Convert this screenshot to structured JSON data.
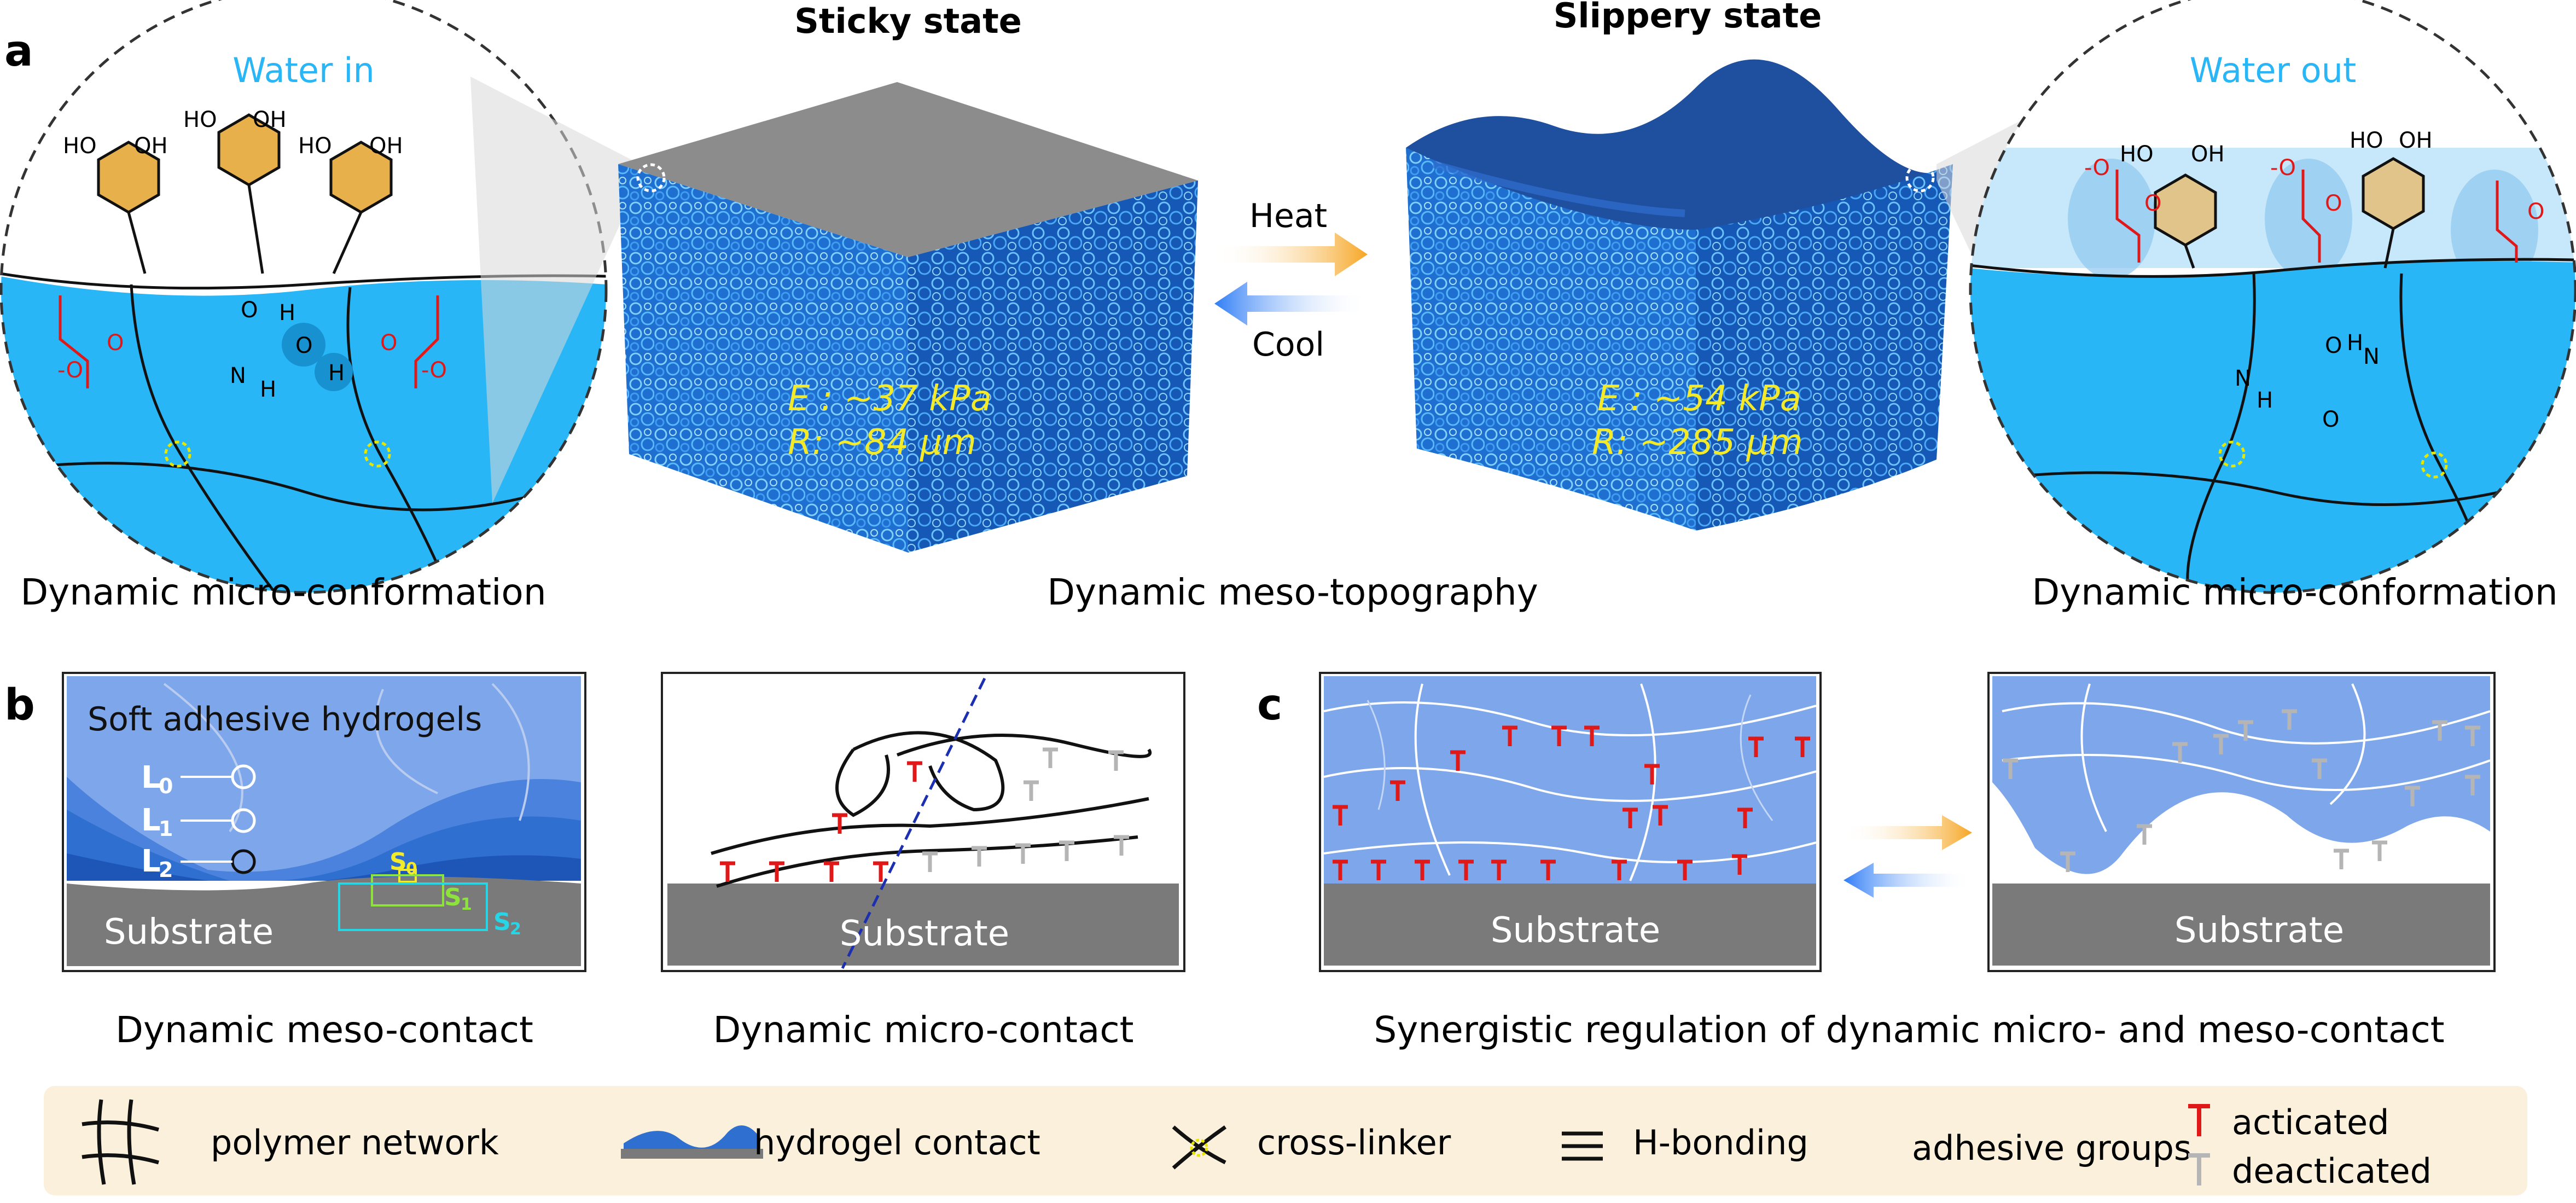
{
  "panel_labels": {
    "a": "a",
    "b": "b",
    "c": "c"
  },
  "panel_a": {
    "sticky_title": "Sticky state",
    "slippery_title": "Slippery state",
    "water_in": "Water in",
    "water_out": "Water out",
    "heat_label": "Heat",
    "cool_label": "Cool",
    "sticky_modulus": "E : ~37 kPa",
    "sticky_radius": "R: ~84 μm",
    "slippery_modulus": "E : ~54 kPa",
    "slippery_radius": "R: ~285 μm",
    "caption_left": "Dynamic micro-conformation",
    "caption_center": "Dynamic meso-topography",
    "caption_right": "Dynamic micro-conformation",
    "chem": {
      "ho": "HO",
      "oh": "OH",
      "o": "O",
      "o_minus": "-O",
      "o_minus_sup": "-O",
      "n": "N",
      "h": "H"
    }
  },
  "panel_b": {
    "hydrogel_title": "Soft adhesive hydrogels",
    "levels": [
      "L",
      "L",
      "L"
    ],
    "level_subs": [
      "0",
      "1",
      "2"
    ],
    "s_labels": [
      "S",
      "S",
      "S"
    ],
    "s_subs": [
      "0",
      "1",
      "2"
    ],
    "substrate_left": "Substrate",
    "substrate_right": "Substrate",
    "caption_left": "Dynamic meso-contact",
    "caption_right": "Dynamic micro-contact"
  },
  "panel_c": {
    "substrate_left": "Substrate",
    "substrate_right": "Substrate",
    "caption": "Synergistic regulation of dynamic micro- and meso-contact"
  },
  "legend": {
    "polymer_network": "polymer network",
    "hydrogel_contact": "hydrogel contact",
    "cross_linker": "cross-linker",
    "h_bonding": "H-bonding",
    "adhesive_groups": "adhesive groups",
    "activated": "acticated",
    "deactivated": "deacticated"
  },
  "colors": {
    "water_blue": "#29b6f6",
    "gel_blue": "#6fa2ea",
    "gel_dark": "#2f6fd0",
    "substrate_gray": "#7a7a7a",
    "yellow_text": "#f3ea2a",
    "red_group": "#e01818",
    "gray_group": "#b5b5b5",
    "legend_bg": "#fbf0dc",
    "heat_orange": "#f6a623",
    "cool_blue": "#2f7df6"
  }
}
